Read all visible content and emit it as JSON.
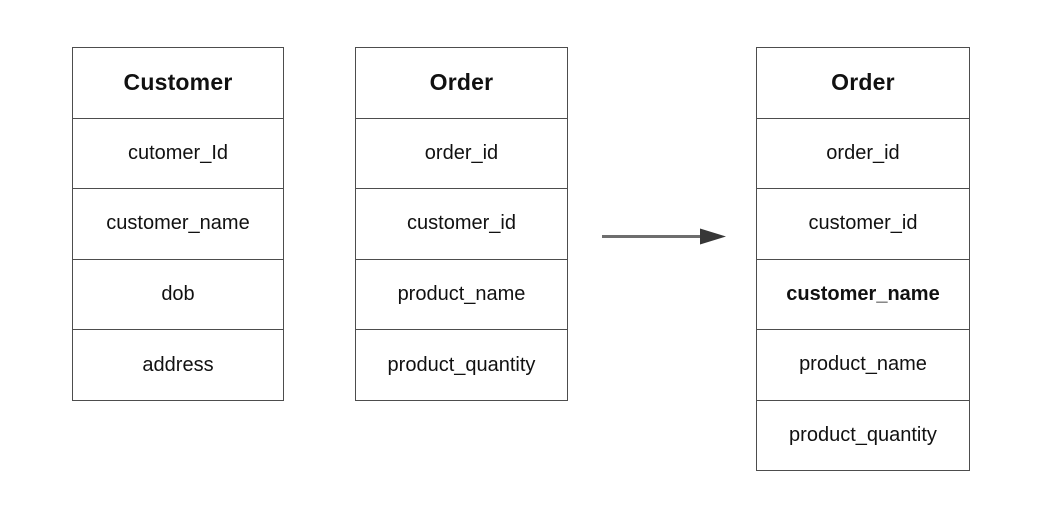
{
  "diagram": {
    "description": "Denormalization diagram: Customer and Order tables merged into an Order table containing customer_name",
    "tables": [
      {
        "title": "Customer",
        "rows": [
          {
            "label": "cutomer_Id",
            "bold": false
          },
          {
            "label": "customer_name",
            "bold": false
          },
          {
            "label": "dob",
            "bold": false
          },
          {
            "label": "address",
            "bold": false
          }
        ]
      },
      {
        "title": "Order",
        "rows": [
          {
            "label": "order_id",
            "bold": false
          },
          {
            "label": "customer_id",
            "bold": false
          },
          {
            "label": "product_name",
            "bold": false
          },
          {
            "label": "product_quantity",
            "bold": false
          }
        ]
      },
      {
        "title": "Order",
        "rows": [
          {
            "label": "order_id",
            "bold": false
          },
          {
            "label": "customer_id",
            "bold": false
          },
          {
            "label": "customer_name",
            "bold": true
          },
          {
            "label": "product_name",
            "bold": false
          },
          {
            "label": "product_quantity",
            "bold": false
          }
        ]
      }
    ],
    "colors": {
      "border": "#4d4d4d",
      "text": "#111111",
      "background": "#ffffff",
      "arrow_line": "#6e6e6e",
      "arrow_head": "#373737"
    }
  }
}
